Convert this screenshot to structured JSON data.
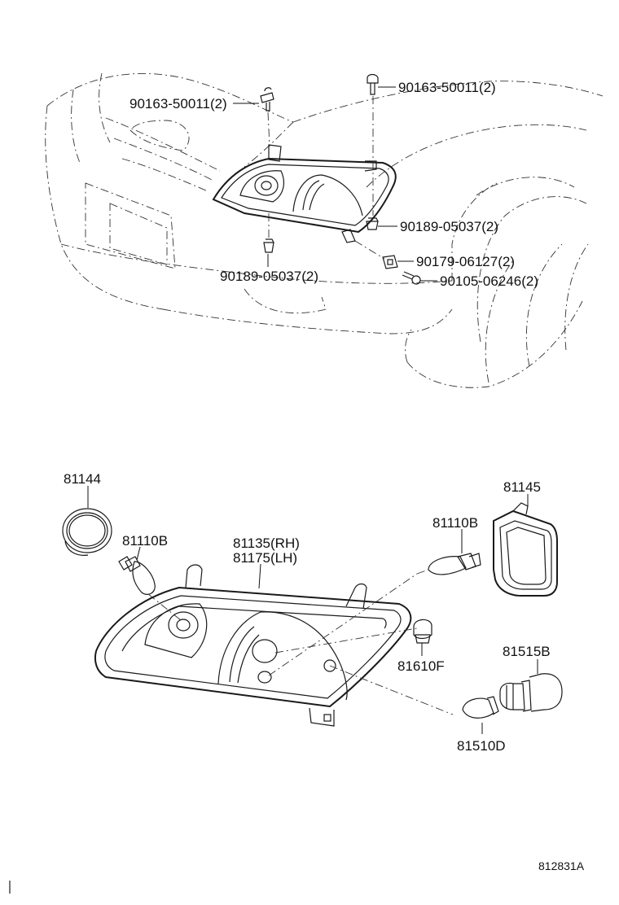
{
  "callouts": {
    "top_bolt_left": "90163-50011(2)",
    "top_bolt_right": "90163-50011(2)",
    "clip_right": "90189-05037(2)",
    "clip_lower": "90189-05037(2)",
    "nut": "90179-06127(2)",
    "screw": "90105-06246(2)",
    "ring": "81144",
    "bulb_left": "81110B",
    "headlamp_rh": "81135(RH)",
    "headlamp_lh": "81175(LH)",
    "cover": "81145",
    "bulb_right": "81110B",
    "bulb_side": "81610F",
    "socket": "81515B",
    "bulb_bottom": "81510D"
  },
  "figure_ref": "812831A"
}
